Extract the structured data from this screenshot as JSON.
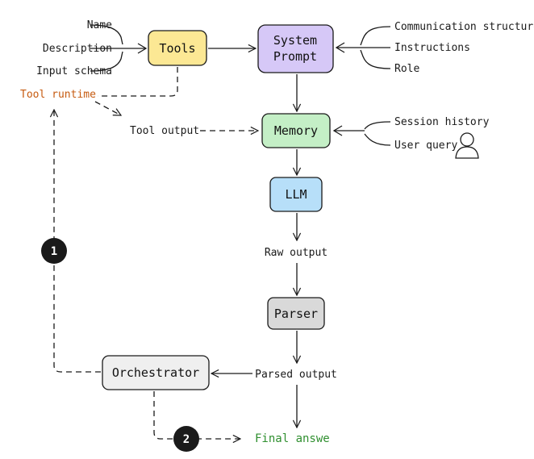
{
  "colors": {
    "tools_fill": "#fce894",
    "system_fill": "#d6c8f7",
    "memory_fill": "#c4efc6",
    "llm_fill": "#b7dff9",
    "parser_fill": "#d9d9d9",
    "orchestrator_fill": "#efefef",
    "runtime_text": "#c65a0f",
    "final_text": "#2f8f2f",
    "ink": "#1a1a1a"
  },
  "nodes": {
    "tools": "Tools",
    "system_prompt_line1": "System",
    "system_prompt_line2": "Prompt",
    "memory": "Memory",
    "llm": "LLM",
    "parser": "Parser",
    "orchestrator": "Orchestrator"
  },
  "tool_inputs": [
    "Name",
    "Description",
    "Input schema"
  ],
  "system_inputs": [
    "Communication structure",
    "Instructions",
    "Role"
  ],
  "memory_inputs": [
    "Session history",
    "User query"
  ],
  "labels": {
    "tool_runtime": "Tool runtime",
    "tool_output": "Tool output",
    "raw_output": "Raw output",
    "parsed_output": "Parsed output",
    "final_answer": "Final answe"
  },
  "steps": [
    "1",
    "2"
  ],
  "icons": {
    "user": "user-icon"
  }
}
